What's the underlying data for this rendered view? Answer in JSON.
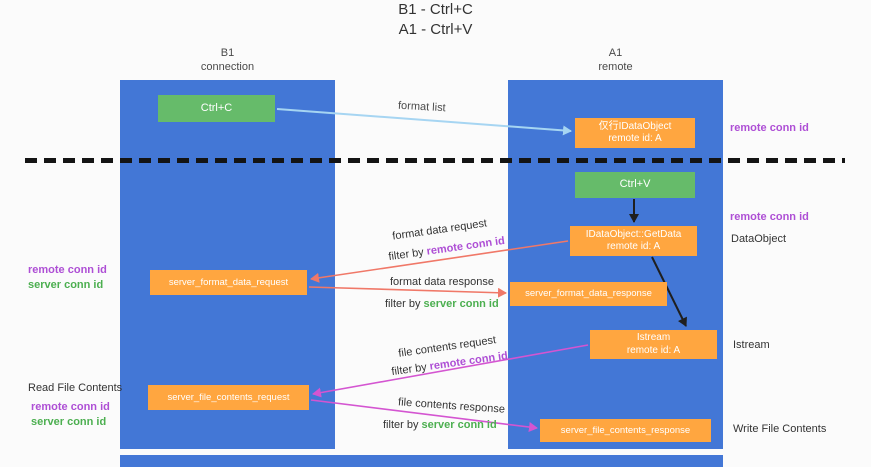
{
  "title": {
    "line1": "B1 - Ctrl+C",
    "line2": "A1 - Ctrl+V"
  },
  "lanes": {
    "left": {
      "name": "B1",
      "subtitle": "connection"
    },
    "right": {
      "name": "A1",
      "subtitle": "remote"
    }
  },
  "boxes": {
    "ctrl_c": "Ctrl+C",
    "ctrl_v": "Ctrl+V",
    "idataobject": {
      "line1": "仅行IDataObject",
      "line2": "remote id: A"
    },
    "getdata": {
      "line1": "IDataObject::GetData",
      "line2": "remote id: A"
    },
    "istream": {
      "line1": "Istream",
      "line2": "remote id: A"
    },
    "format_request": "server_format_data_request",
    "format_response": "server_format_data_response",
    "file_request": "server_file_contents_request",
    "file_response": "server_file_contents_response"
  },
  "arrows": {
    "format_list": "format list",
    "format_data_request": "format data request",
    "format_data_response": "format data response",
    "file_contents_request": "file contents request",
    "file_contents_response": "file contents response"
  },
  "labels": {
    "filter_by": "filter by ",
    "remote_conn_id": "remote conn id",
    "server_conn_id": "server conn id",
    "dataobject": "DataObject",
    "istream": "Istream",
    "read_file_contents": "Read File Contents",
    "write_file_contents": "Write File Contents"
  },
  "colors": {
    "lane_blue": "#4377D6",
    "box_green": "#66BB6A",
    "box_orange": "#FFA640",
    "purple_text": "#AE4FD5",
    "green_text": "#4CAF50",
    "arrow_blue": "#A6D5F2",
    "arrow_salmon": "#F07868",
    "arrow_magenta": "#D455D1"
  }
}
